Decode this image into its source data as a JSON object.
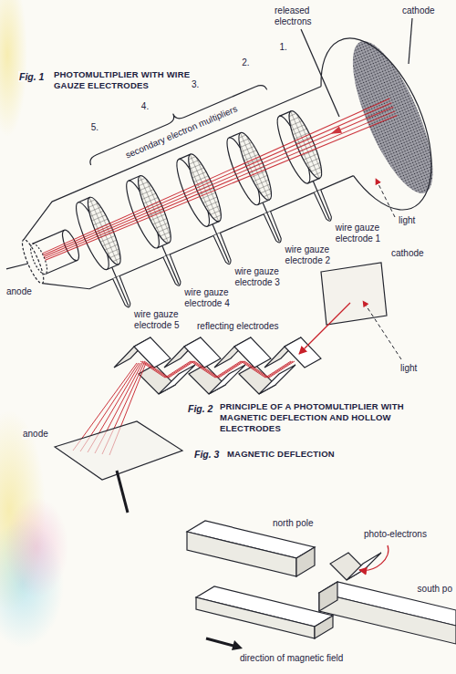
{
  "diagram": {
    "labels": [
      "Fig. 1",
      "PHOTOMULTIPLIER WITH WIRE GAUZE ELECTRODES",
      "released electrons",
      "cathode",
      "1.",
      "2.",
      "3.",
      "4.",
      "5.",
      "secondary electron multipliers",
      "wire gauze electrode 1",
      "wire gauze electrode 2",
      "wire gauze electrode 3",
      "wire gauze electrode 4",
      "wire gauze electrode 5",
      "light",
      "anode",
      "cathode",
      "light",
      "reflecting electrodes",
      "Fig. 2",
      "PRINCIPLE OF A PHOTOMULTIPLIER WITH MAGNETIC DEFLECTION AND HOLLOW ELECTRODES",
      "anode",
      "Fig. 3",
      "MAGNETIC DEFLECTION",
      "north pole",
      "photo-electrons",
      "south po",
      "direction of magnetic field"
    ]
  }
}
